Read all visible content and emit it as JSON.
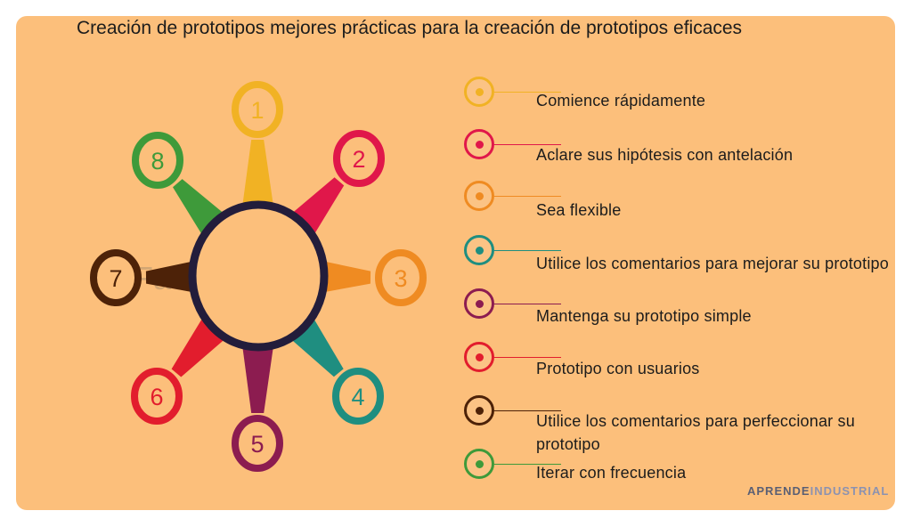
{
  "title": "Creación de prototipos mejores prácticas para la creación de prototipos eficaces",
  "diagram": {
    "watermark": "FasterCapital",
    "petals": [
      {
        "number": "1",
        "color": "#f1b224"
      },
      {
        "number": "2",
        "color": "#e0174a"
      },
      {
        "number": "3",
        "color": "#ef8b22"
      },
      {
        "number": "4",
        "color": "#1f8e80"
      },
      {
        "number": "5",
        "color": "#8c1c50"
      },
      {
        "number": "6",
        "color": "#e21d2d"
      },
      {
        "number": "7",
        "color": "#4d2208"
      },
      {
        "number": "8",
        "color": "#3e9a3a"
      }
    ],
    "hub_color": "#231d3b"
  },
  "items": [
    {
      "label": "Comience rápidamente",
      "color": "#f1b224"
    },
    {
      "label": "Aclare sus hipótesis con antelación",
      "color": "#e0174a"
    },
    {
      "label": "Sea flexible",
      "color": "#ef8b22"
    },
    {
      "label": "Utilice los comentarios para mejorar su prototipo",
      "color": "#1f8e80"
    },
    {
      "label": "Mantenga su prototipo simple",
      "color": "#8c1c50"
    },
    {
      "label": "Prototipo con usuarios",
      "color": "#e21d2d"
    },
    {
      "label": "Utilice los comentarios para perfeccionar su prototipo",
      "color": "#4d2208"
    },
    {
      "label": "Iterar con frecuencia",
      "color": "#3e9a3a"
    }
  ],
  "brand": {
    "part1": "APRENDE",
    "part2": "INDUSTRIAL"
  }
}
